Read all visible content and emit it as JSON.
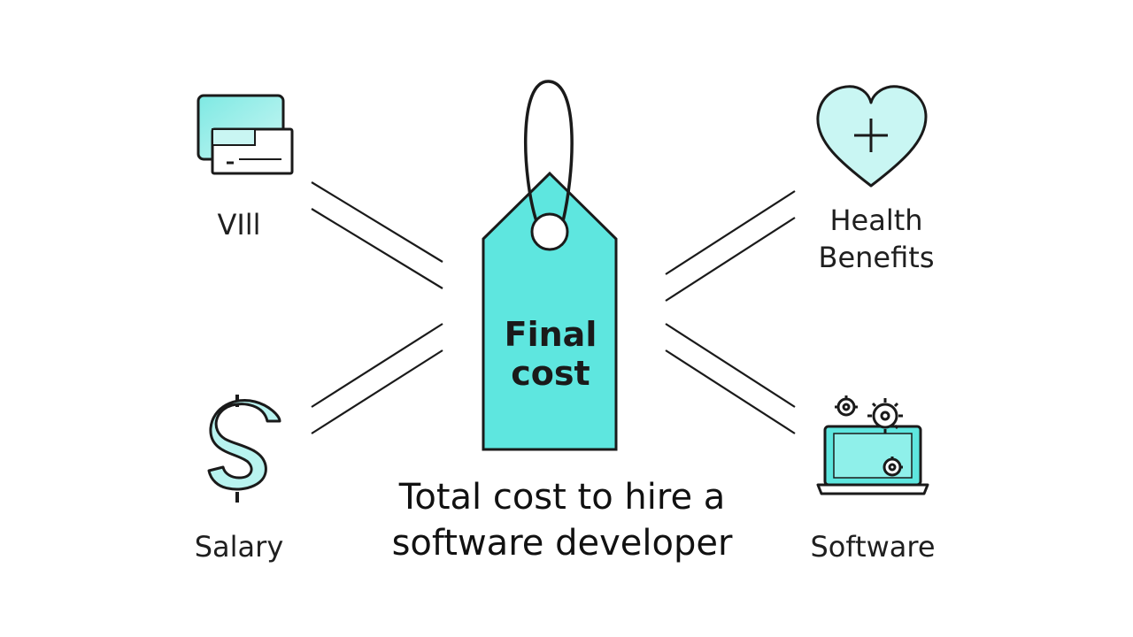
{
  "center_tag": {
    "line1": "Final",
    "line2": "cost",
    "fill_color": "#5ee6df"
  },
  "caption": {
    "line1": "Total cost to hire a",
    "line2": "software developer"
  },
  "factors": {
    "top_left": {
      "label": "VIll",
      "icon": "monitor-card-icon"
    },
    "bottom_left": {
      "label": "Salary",
      "icon": "dollar-icon"
    },
    "top_right": {
      "label_line1": "Health",
      "label_line2": "Benefits",
      "icon": "heart-plus-icon"
    },
    "bottom_right": {
      "label": "Software",
      "icon": "laptop-gears-icon"
    }
  },
  "colors": {
    "accent": "#5ee6df",
    "accent_light": "#b8f3ef",
    "stroke": "#1a1a1a"
  }
}
